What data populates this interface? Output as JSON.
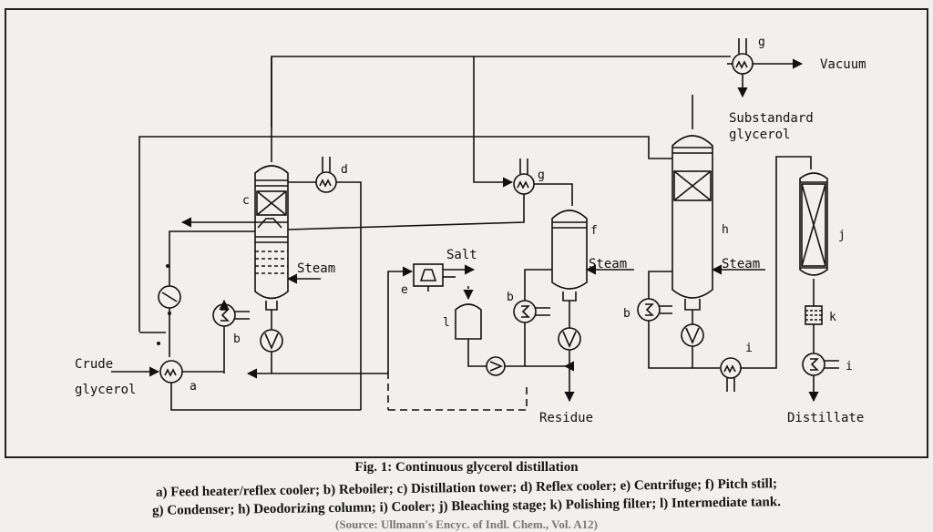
{
  "labels": {
    "vacuum": "Vacuum",
    "substandard_1": "Substandard",
    "substandard_2": "glycerol",
    "crude_1": "Crude",
    "crude_2": "glycerol",
    "salt": "Salt",
    "steam_c": "Steam",
    "steam_f": "Steam",
    "steam_h": "Steam",
    "residue": "Residue",
    "distillate": "Distillate"
  },
  "equipment_letters": {
    "a": "a",
    "b1": "b",
    "b2": "b",
    "b3": "b",
    "c": "c",
    "d": "d",
    "e": "e",
    "f": "f",
    "g1": "g",
    "g2": "g",
    "h": "h",
    "i1": "i",
    "i2": "i",
    "j": "j",
    "k": "k",
    "l": "l"
  },
  "caption": {
    "title": "Fig. 1: Continuous glycerol distillation",
    "line1": "a) Feed heater/reflex cooler; b) Reboiler; c) Distillation tower; d) Reflex cooler; e) Centrifuge; f) Pitch still;",
    "line2": "g) Condenser; h) Deodorizing column; i) Cooler; j) Bleaching stage; k) Polishing filter; l) Intermediate tank.",
    "line3": "(Source: Ullmann's Encyc. of Indl. Chem., Vol. A12)"
  },
  "colors": {
    "ink": "#111111",
    "paper": "#f1f0ed"
  }
}
